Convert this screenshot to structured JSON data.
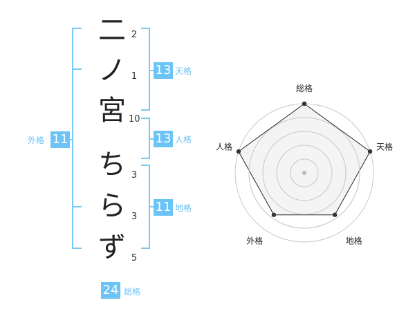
{
  "name": {
    "chars": [
      "二",
      "ノ",
      "宮",
      "ち",
      "ら",
      "ず"
    ],
    "strokes": [
      "2",
      "1",
      "10",
      "3",
      "3",
      "5"
    ]
  },
  "fortune": {
    "tenkaku": {
      "value": "13",
      "label": "天格"
    },
    "jinkaku": {
      "value": "13",
      "label": "人格"
    },
    "chikaku": {
      "value": "11",
      "label": "地格"
    },
    "gaikaku": {
      "value": "11",
      "label": "外格"
    },
    "soukaku": {
      "value": "24",
      "label": "総格"
    }
  },
  "colors": {
    "accent": "#6cc3f5",
    "bracket": "#7cc8f4",
    "radar_fill": "#f2f2f2"
  },
  "chart_data": {
    "type": "radar",
    "axes": [
      "総格",
      "天格",
      "地格",
      "外格",
      "人格"
    ],
    "values": [
      1.0,
      1.0,
      0.75,
      0.75,
      1.0
    ],
    "rings": 5
  }
}
